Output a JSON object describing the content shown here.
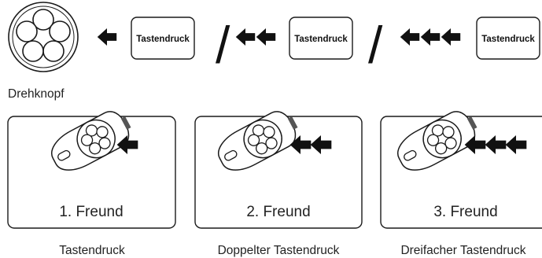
{
  "top": {
    "button_label": "Tastendruck",
    "knob_caption": "Drehknopf",
    "separator_glyph": "/"
  },
  "panels": [
    {
      "friend_label": "1. Freund",
      "caption": "Tastendruck",
      "arrow_count": 1
    },
    {
      "friend_label": "2. Freund",
      "caption": "Doppelter Tastendruck",
      "arrow_count": 2
    },
    {
      "friend_label": "3. Freund",
      "caption": "Dreifacher Tastendruck",
      "arrow_count": 3
    }
  ],
  "icons": {
    "knob": "rotary-knob-icon",
    "arrow": "arrow-left-icon",
    "key_fob": "key-fob-icon"
  },
  "colors": {
    "line": "#1a1a1a",
    "text": "#222222",
    "background": "#ffffff"
  }
}
